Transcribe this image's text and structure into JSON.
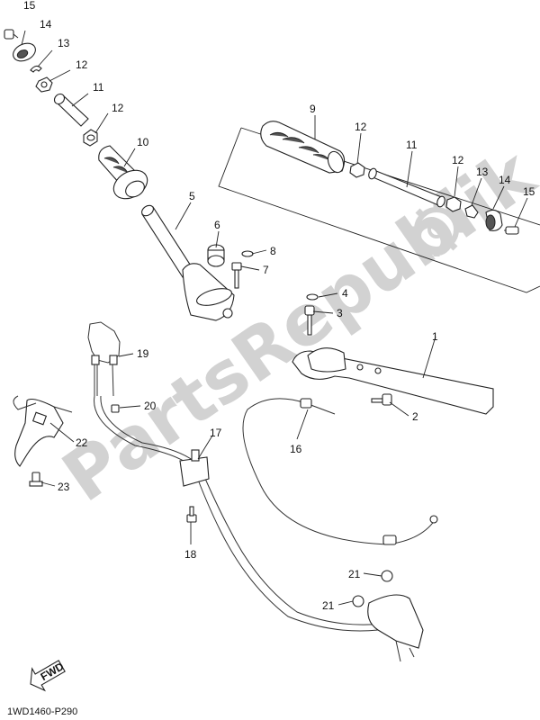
{
  "diagram": {
    "watermark": "PartsRepublik",
    "code": "1WD1460-P290",
    "fwd": "FWD",
    "colors": {
      "line": "#222222",
      "watermark": "#d2d2d2",
      "background": "#ffffff"
    },
    "callouts": {
      "c1": "1",
      "c2": "2",
      "c3": "3",
      "c4": "4",
      "c5": "5",
      "c6": "6",
      "c7": "7",
      "c8": "8",
      "c9": "9",
      "c10": "10",
      "c11": "11",
      "c12": "12",
      "c13": "13",
      "c14": "14",
      "c15": "15",
      "c16": "16",
      "c17": "17",
      "c18": "18",
      "c19": "19",
      "c20": "20",
      "c21": "21",
      "c22": "22",
      "c23": "23"
    }
  }
}
